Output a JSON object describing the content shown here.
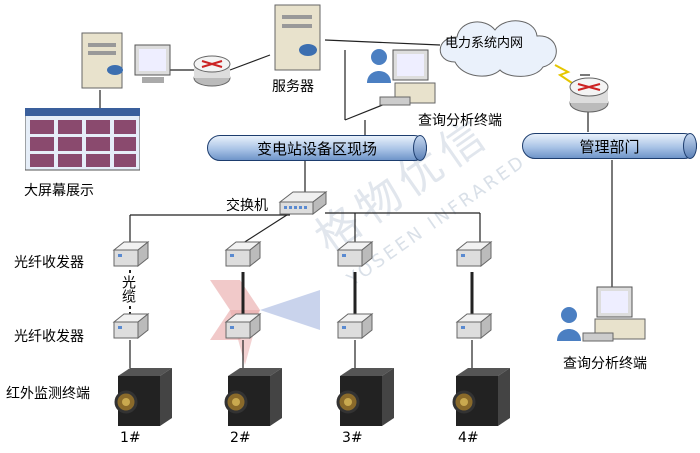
{
  "nodes": {
    "server_label": "服务器",
    "big_screen_label": "大屏幕展示",
    "query_terminal_top_label": "查询分析终端",
    "query_terminal_right_label": "查询分析终端",
    "power_net_label": "电力系统内网",
    "substation_bus_label": "变电站设备区现场",
    "management_bus_label": "管理部门",
    "switch_label": "交换机",
    "transceiver_top_label": "光纤收发器",
    "fiber_label": "光缆",
    "transceiver_bottom_label": "光纤收发器",
    "terminal_label": "红外监测终端"
  },
  "cameras": [
    {
      "id": "1#"
    },
    {
      "id": "2#"
    },
    {
      "id": "3#"
    },
    {
      "id": "4#"
    }
  ],
  "watermark": {
    "brand_cn": "格物优信",
    "brand_en": "YOSEEN INFRARED"
  },
  "icons": [
    "server-icon",
    "workstation-icon",
    "router-icon",
    "cloud-icon",
    "switch-icon",
    "transceiver-icon",
    "camera-icon",
    "user-icon",
    "monitor-wall-icon"
  ],
  "colors": {
    "bus_fill": "#8fb0dd",
    "bus_border": "#1d3d6e",
    "router": "#cc2222",
    "wire": "#111111"
  }
}
